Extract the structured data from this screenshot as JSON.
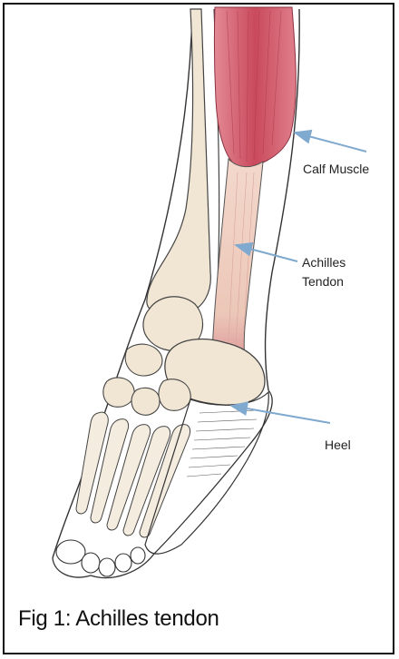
{
  "labels": {
    "calf": "Calf Muscle",
    "tendon_line1": "Achilles",
    "tendon_line2": "Tendon",
    "heel": "Heel"
  },
  "caption": "Fig 1: Achilles tendon",
  "colors": {
    "muscle": "#d9707e",
    "muscle_dark": "#b83a4e",
    "tendon": "#efcfc0",
    "bone": "#f1e6d4",
    "outline": "#3a3a3a",
    "arrow": "#7fa9cf"
  }
}
